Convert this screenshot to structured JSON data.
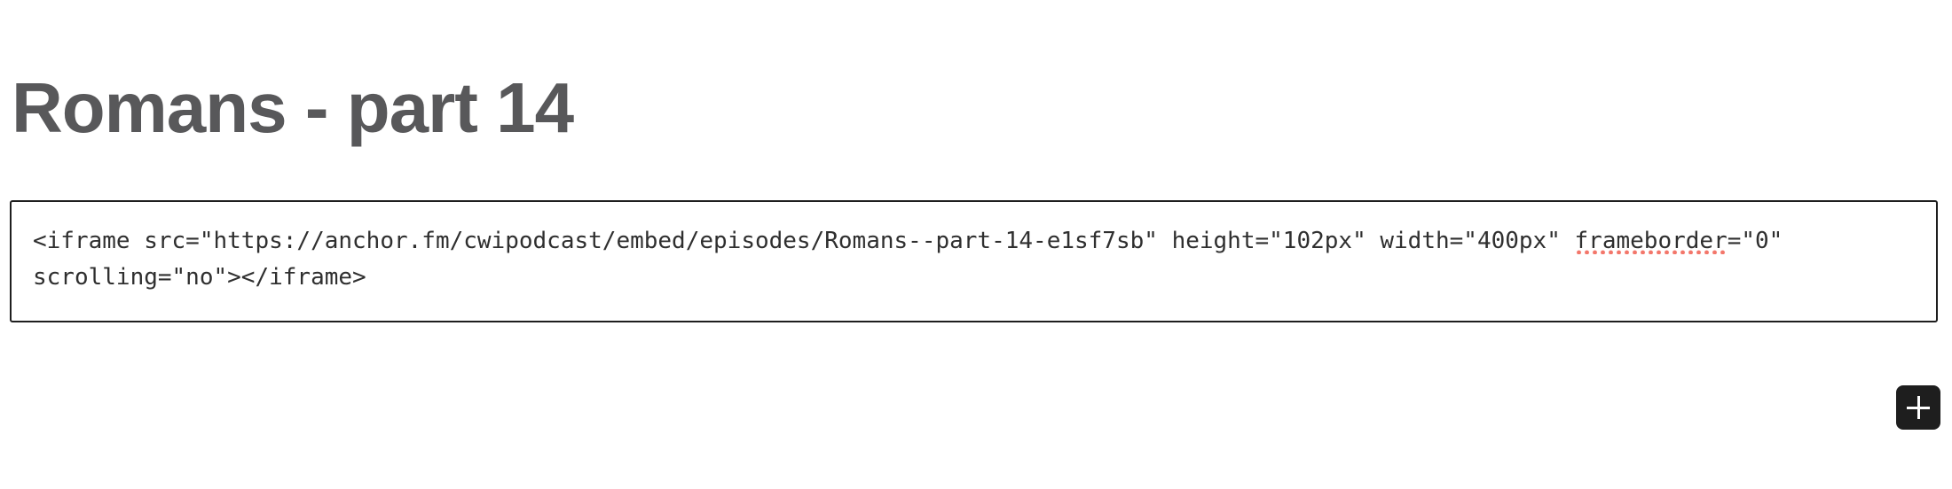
{
  "page": {
    "title": "Romans - part 14"
  },
  "embed_field": {
    "code_before": "<iframe src=\"https://anchor.fm/cwipodcast/embed/episodes/Romans--part-14-e1sf7sb\" height=\"102px\" width=\"400px\" ",
    "misspelled_word": "frameborder",
    "code_after": "=\"0\" scrolling=\"no\"></iframe>",
    "full_code": "<iframe src=\"https://anchor.fm/cwipodcast/embed/episodes/Romans--part-14-e1sf7sb\" height=\"102px\" width=\"400px\" frameborder=\"0\" scrolling=\"no\"></iframe>"
  },
  "add_button": {
    "icon": "plus-icon"
  },
  "colors": {
    "heading_text": "#58585a",
    "code_text": "#2f2f2f",
    "code_box_border": "#1e1e1e",
    "spellcheck_underline": "#f3776b",
    "add_button_background": "#1e1e1e",
    "add_button_icon": "#ffffff",
    "page_background": "#ffffff"
  }
}
